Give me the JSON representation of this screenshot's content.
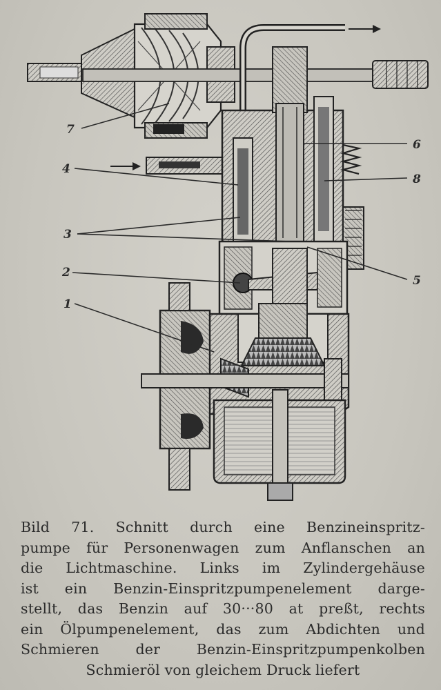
{
  "figure": {
    "callouts": [
      {
        "id": "7",
        "text": "7"
      },
      {
        "id": "6",
        "text": "6"
      },
      {
        "id": "4",
        "text": "4"
      },
      {
        "id": "8",
        "text": "8"
      },
      {
        "id": "3",
        "text": "3"
      },
      {
        "id": "2",
        "text": "2"
      },
      {
        "id": "5",
        "text": "5"
      },
      {
        "id": "1",
        "text": "1"
      }
    ]
  },
  "caption": {
    "lines": [
      "Bild 71. Schnitt durch eine Benzineinspritz-",
      "pumpe für Personenwagen zum Anflanschen an",
      "die Lichtmaschine. Links im Zylindergehäuse",
      "ist ein Benzin-Einspritzpumpenelement darge-",
      "stellt, das Benzin auf 30···80 at preßt, rechts",
      "ein Ölpumpenelement, das zum Abdichten und",
      "Schmieren der Benzin-Einspritzpumpenkolben",
      "Schmieröl von gleichem Druck liefert"
    ]
  }
}
